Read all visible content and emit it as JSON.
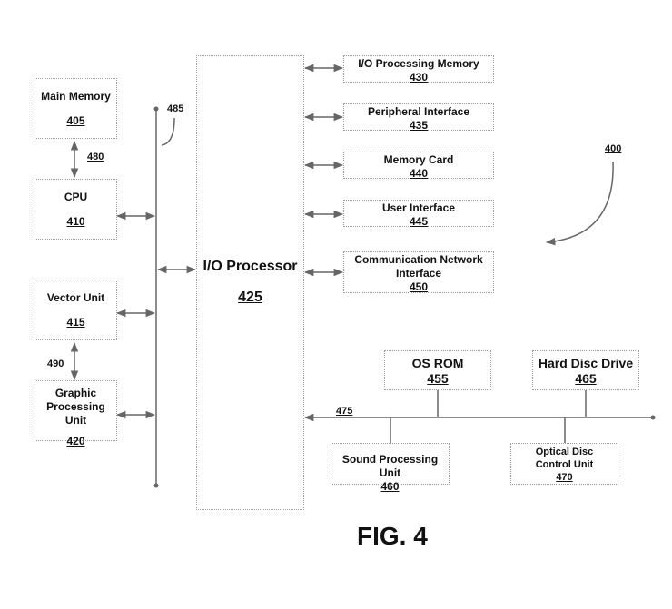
{
  "figure": {
    "caption": "FIG. 4",
    "system_ref": "400"
  },
  "left_blocks": [
    {
      "id": "main_memory",
      "name": "Main Memory",
      "ref": "405"
    },
    {
      "id": "cpu",
      "name": "CPU",
      "ref": "410"
    },
    {
      "id": "vector_unit",
      "name": "Vector Unit",
      "ref": "415"
    },
    {
      "id": "gpu",
      "name": "Graphic Processing Unit",
      "ref": "420"
    }
  ],
  "center_block": {
    "name": "I/O Processor",
    "ref": "425"
  },
  "right_blocks": [
    {
      "id": "io_memory",
      "name": "I/O Processing Memory",
      "ref": "430"
    },
    {
      "id": "peripheral",
      "name": "Peripheral Interface",
      "ref": "435"
    },
    {
      "id": "memory_card",
      "name": "Memory Card",
      "ref": "440"
    },
    {
      "id": "user_interface",
      "name": "User Interface",
      "ref": "445"
    },
    {
      "id": "comm_network",
      "name": "Communication Network Interface",
      "ref": "450"
    }
  ],
  "bottom_blocks": [
    {
      "id": "os_rom",
      "name": "OS ROM",
      "ref": "455"
    },
    {
      "id": "sound",
      "name": "Sound Processing Unit",
      "ref": "460"
    },
    {
      "id": "hdd",
      "name": "Hard Disc Drive",
      "ref": "465"
    },
    {
      "id": "optical",
      "name": "Optical Disc Control Unit",
      "ref": "470"
    }
  ],
  "connections": {
    "bus_475": "475",
    "link_480": "480",
    "bus_485": "485",
    "link_490": "490"
  }
}
